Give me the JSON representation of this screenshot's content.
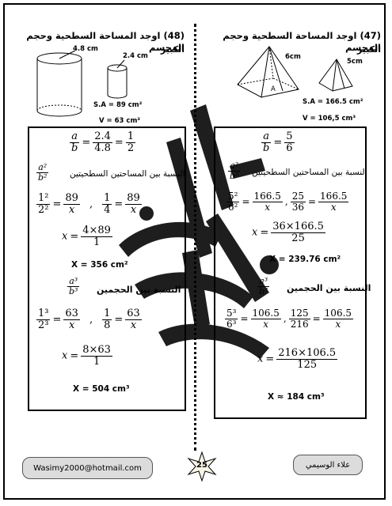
{
  "q48": {
    "title": "(48) اوجد المساحة السطحية وحجم المجسم",
    "sub": "الكبير",
    "dim_big": "4.8 cm",
    "dim_small": "2.4 cm",
    "sa": "S.A = 89 cm²",
    "v": "V = 63 cm³"
  },
  "q47": {
    "title": "(47) اوجد المساحة السطحية وحجم المجسم",
    "sub": "الكبير",
    "dim_big": "6cm",
    "dim_small": "5cm",
    "label_a": "A",
    "sa": "S.A = 166.5 cm²",
    "v": "V = 106,5 cm³"
  },
  "left": {
    "ratio": {
      "a": "a",
      "b": "b",
      "n1": "2.4",
      "d1": "4.8",
      "n2": "1",
      "d2": "2"
    },
    "sq": {
      "a": "a²",
      "b": "b²"
    },
    "area_label": "النسبة بين المساحتين السطحيتين",
    "eq1": {
      "n1": "1²",
      "d1": "2²",
      "n2": "89",
      "d2": "x",
      "n3": "1",
      "d3": "4",
      "n4": "89",
      "d4": "x"
    },
    "eq2": {
      "lhs": "x",
      "n": "4×89",
      "d": "1"
    },
    "area_result": "X = 356 cm²",
    "cube": {
      "a": "a³",
      "b": "b³"
    },
    "vol_label": "النسبة بين الحجمين",
    "eq3": {
      "n1": "1³",
      "d1": "2³",
      "n2": "63",
      "d2": "x",
      "n3": "1",
      "d3": "8",
      "n4": "63",
      "d4": "x"
    },
    "eq4": {
      "lhs": "x",
      "n": "8×63",
      "d": "1"
    },
    "vol_result": "X = 504 cm³"
  },
  "right": {
    "ratio": {
      "a": "a",
      "b": "b",
      "n": "5",
      "d": "6"
    },
    "sq": {
      "a": "a²",
      "b": "b²"
    },
    "area_label": "النسبة بين المساحتين السطحيتين",
    "eq1": {
      "n1": "5²",
      "d1": "6²",
      "n2": "166.5",
      "d2": "x",
      "n3": "25",
      "d3": "36",
      "n4": "166.5",
      "d4": "x"
    },
    "eq2": {
      "lhs": "x",
      "n": "36×166.5",
      "d": "25"
    },
    "area_result": "X = 239.76 cm²",
    "cube": {
      "a": "a³",
      "b": "b³"
    },
    "vol_label": "النسبة بين الحجمين",
    "eq3": {
      "n1": "5³",
      "d1": "6³",
      "n2": "106.5",
      "d2": "x",
      "n3": "125",
      "d3": "216",
      "n4": "106.5",
      "d4": "x"
    },
    "eq4": {
      "lhs": "x",
      "n": "216×106.5",
      "d": "125"
    },
    "vol_result": "X ≈ 184 cm³"
  },
  "footer": {
    "email": "Wasimy2000@hotmail.com",
    "page_number": "25",
    "author": "علاء الوسيمي"
  }
}
